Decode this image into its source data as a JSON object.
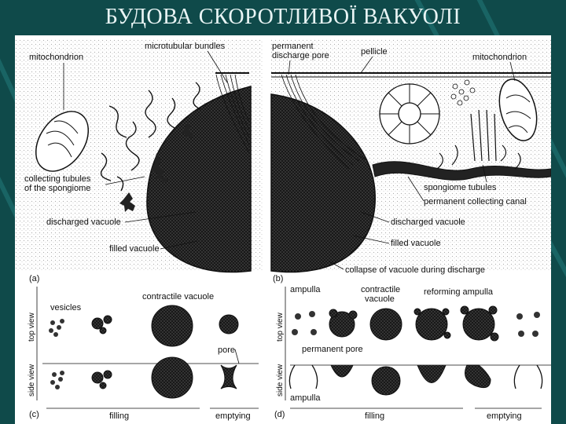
{
  "slide": {
    "title": "БУДОВА СКОРОТЛИВОЇ ВАКУОЛІ",
    "colors": {
      "background": "#0f4a4a",
      "stripe": "#1c6b6b",
      "title": "#e8f4f4",
      "figure": "#ffffff",
      "vacuole": "#2a2a2a"
    }
  },
  "panel_a": {
    "id": "(a)",
    "labels": {
      "mitochondrion": "mitochondrion",
      "microtubular_bundles": "microtubular bundles",
      "collecting_tubules_1": "collecting tubules",
      "collecting_tubules_2": "of the spongiome",
      "discharged_vacuole": "discharged vacuole",
      "filled_vacuole": "filled vacuole"
    }
  },
  "panel_b": {
    "id": "(b)",
    "labels": {
      "permanent_pore_1": "permanent",
      "permanent_pore_2": "discharge pore",
      "pellicle": "pellicle",
      "mitochondrion": "mitochondrion",
      "spongiome_tubules": "spongiome tubules",
      "permanent_canal": "permanent collecting canal",
      "discharged_vacuole": "discharged vacuole",
      "filled_vacuole": "filled vacuole",
      "collapse": "collapse of vacuole during discharge"
    }
  },
  "panel_c": {
    "id": "(c)",
    "labels": {
      "top_view": "top view",
      "side_view": "side view",
      "vesicles": "vesicles",
      "contractile_vacuole": "contractile vacuole",
      "pore": "pore",
      "filling": "filling",
      "emptying": "emptying"
    }
  },
  "panel_d": {
    "id": "(d)",
    "labels": {
      "top_view": "top view",
      "side_view": "side view",
      "ampulla_top": "ampulla",
      "contractile_1": "contractile",
      "contractile_2": "vacuole",
      "reforming_ampulla": "reforming ampulla",
      "permanent_pore": "permanent pore",
      "ampulla_side": "ampulla",
      "filling": "filling",
      "emptying": "emptying"
    }
  }
}
